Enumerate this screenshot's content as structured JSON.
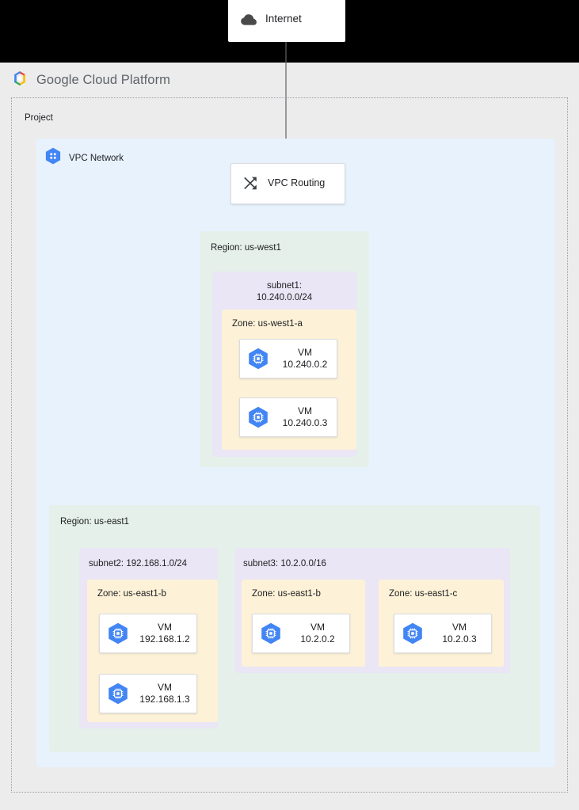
{
  "header": {
    "brand_google": "Google",
    "brand_rest": "Cloud Platform",
    "logo_icon": "google-cloud-logo-icon"
  },
  "internet": {
    "label": "Internet",
    "icon": "cloud-icon"
  },
  "project": {
    "label": "Project"
  },
  "vpc_network": {
    "label": "VPC Network",
    "icon": "vpc-network-hexagon-icon"
  },
  "vpc_routing": {
    "label": "VPC Routing",
    "icon": "routing-arrows-icon"
  },
  "regions": [
    {
      "id": "us-west1",
      "label": "Region: us-west1",
      "subnets": [
        {
          "id": "subnet1",
          "label": "subnet1:\n10.240.0.0/24",
          "label_line1": "subnet1:",
          "label_line2": "10.240.0.0/24",
          "zones": [
            {
              "id": "us-west1-a",
              "label": "Zone: us-west1-a",
              "vms": [
                {
                  "name": "VM",
                  "ip": "10.240.0.2",
                  "icon": "vm-instance-icon"
                },
                {
                  "name": "VM",
                  "ip": "10.240.0.3",
                  "icon": "vm-instance-icon"
                }
              ]
            }
          ]
        }
      ]
    },
    {
      "id": "us-east1",
      "label": "Region: us-east1",
      "subnets": [
        {
          "id": "subnet2",
          "label": "subnet2: 192.168.1.0/24",
          "zones": [
            {
              "id": "us-east1-b",
              "label": "Zone: us-east1-b",
              "vms": [
                {
                  "name": "VM",
                  "ip": "192.168.1.2",
                  "icon": "vm-instance-icon"
                },
                {
                  "name": "VM",
                  "ip": "192.168.1.3",
                  "icon": "vm-instance-icon"
                }
              ]
            }
          ]
        },
        {
          "id": "subnet3",
          "label": "subnet3: 10.2.0.0/16",
          "zones": [
            {
              "id": "us-east1-b",
              "label": "Zone: us-east1-b",
              "vms": [
                {
                  "name": "VM",
                  "ip": "10.2.0.2",
                  "icon": "vm-instance-icon"
                }
              ]
            },
            {
              "id": "us-east1-c",
              "label": "Zone: us-east1-c",
              "vms": [
                {
                  "name": "VM",
                  "ip": "10.2.0.3",
                  "icon": "vm-instance-icon"
                }
              ]
            }
          ]
        }
      ]
    }
  ],
  "colors": {
    "top_band": "#000000",
    "page_background": "#ececec",
    "vpc_fill": "#e8f2fd",
    "region_fill": "#e4f0e9",
    "subnet_fill": "#eae6f5",
    "zone_fill": "#fdf2d8",
    "node_fill": "#ffffff",
    "node_border": "#dadce0",
    "connector": "#5f6368",
    "project_border": "#9aa0a6",
    "vm_icon_blue": "#4285f4",
    "text_primary": "#202124",
    "text_secondary": "#5f6368"
  },
  "connections": [
    {
      "from": "internet",
      "to": "vpc-routing"
    },
    {
      "from": "vpc-routing",
      "to": "vm-10.240.0.2"
    },
    {
      "from": "vpc-routing",
      "to": "vm-10.240.0.3"
    },
    {
      "from": "vpc-routing",
      "to": "vm-192.168.1.2"
    },
    {
      "from": "vpc-routing",
      "to": "vm-192.168.1.3"
    },
    {
      "from": "vpc-routing",
      "to": "vm-10.2.0.2"
    },
    {
      "from": "vpc-routing",
      "to": "vm-10.2.0.3"
    }
  ]
}
